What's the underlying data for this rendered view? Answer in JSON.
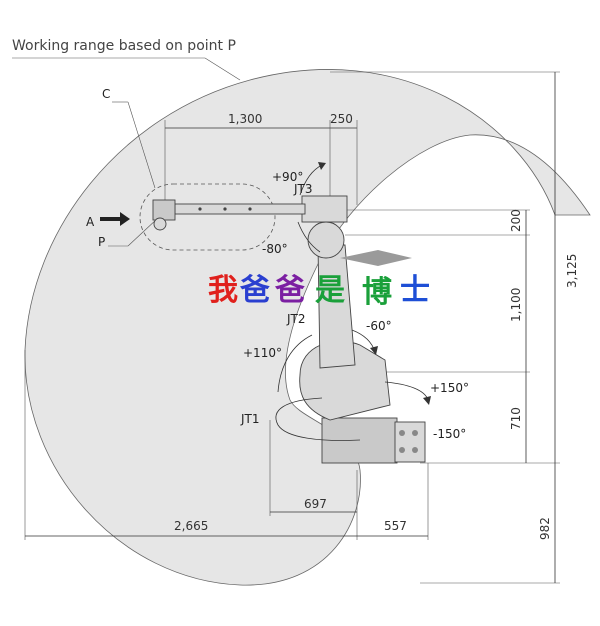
{
  "title": "Working range based on point P",
  "labels": {
    "C": "C",
    "A": "A",
    "P": "P",
    "JT1": "JT1",
    "JT2": "JT2",
    "JT3": "JT3"
  },
  "angles": {
    "jt3_plus": "+90°",
    "jt3_minus": "-80°",
    "jt2_plus": "+110°",
    "jt2_minus": "-60°",
    "jt1_plus": "+150°",
    "jt1_minus": "-150°"
  },
  "dimensions": {
    "d1300": "1,300",
    "d250": "250",
    "d200": "200",
    "d1100": "1,100",
    "d3125": "3,125",
    "d710": "710",
    "d697": "697",
    "d2665": "2,665",
    "d557": "557",
    "d982": "982"
  },
  "watermark": {
    "chars": [
      "我",
      "爸",
      "爸",
      "是",
      "博",
      "士"
    ],
    "colors": [
      "#e0201c",
      "#2a3fd0",
      "#7b1fa2",
      "#1aa03a",
      "#1aa03a",
      "#1e4fd6"
    ]
  },
  "colors": {
    "range_fill": "#e6e6e6",
    "range_stroke": "#666666"
  }
}
